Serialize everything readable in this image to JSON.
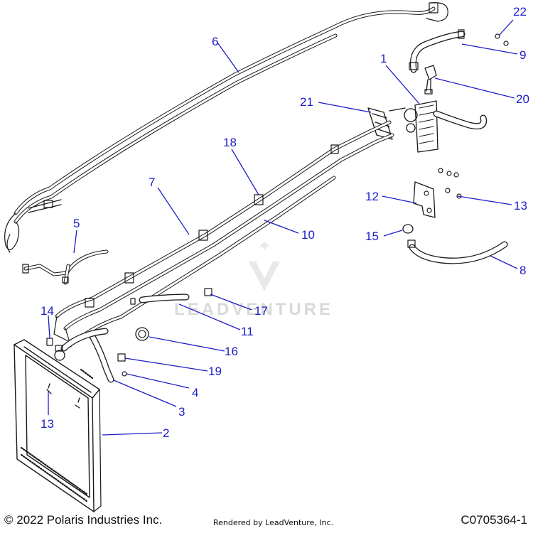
{
  "footer": {
    "copyright": "© 2022 Polaris Industries Inc.",
    "rendered_by": "Rendered by LeadVenture, Inc.",
    "doc_id": "C0705364-1"
  },
  "watermark": {
    "text": "LEADVENTURE"
  },
  "callouts": [
    {
      "id": "c1",
      "label": "1"
    },
    {
      "id": "c2",
      "label": "2"
    },
    {
      "id": "c3",
      "label": "3"
    },
    {
      "id": "c4",
      "label": "4"
    },
    {
      "id": "c5",
      "label": "5"
    },
    {
      "id": "c6",
      "label": "6"
    },
    {
      "id": "c7",
      "label": "7"
    },
    {
      "id": "c8",
      "label": "8"
    },
    {
      "id": "c9",
      "label": "9"
    },
    {
      "id": "c10",
      "label": "10"
    },
    {
      "id": "c11",
      "label": "11"
    },
    {
      "id": "c12",
      "label": "12"
    },
    {
      "id": "c13a",
      "label": "13"
    },
    {
      "id": "c13b",
      "label": "13"
    },
    {
      "id": "c14",
      "label": "14"
    },
    {
      "id": "c15",
      "label": "15"
    },
    {
      "id": "c16",
      "label": "16"
    },
    {
      "id": "c17",
      "label": "17"
    },
    {
      "id": "c18",
      "label": "18"
    },
    {
      "id": "c19",
      "label": "19"
    },
    {
      "id": "c20",
      "label": "20"
    },
    {
      "id": "c21",
      "label": "21"
    },
    {
      "id": "c22",
      "label": "22"
    }
  ],
  "colors": {
    "callout": "#1c1cc9",
    "linework": "#1a1a1a",
    "watermark": "#d9d9d9"
  }
}
